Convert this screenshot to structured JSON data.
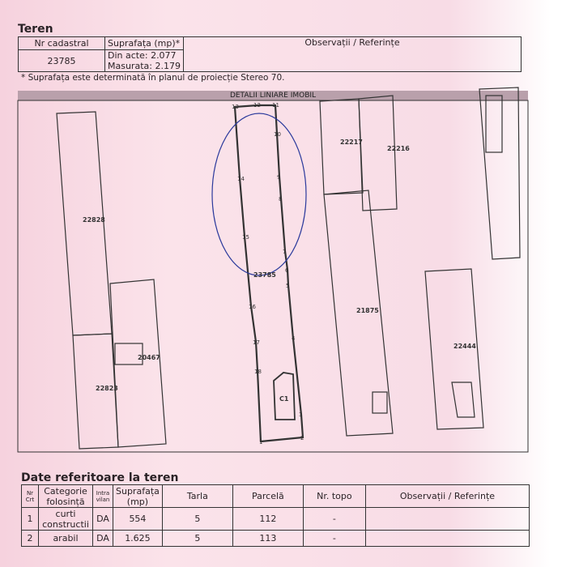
{
  "teren": {
    "title": "Teren",
    "headers": [
      "Nr cadastral",
      "Suprafața (mp)*",
      "Observații / Referințe"
    ],
    "nr_cadastral": "23785",
    "din_acte": "Din acte: 2.077",
    "masurata": "Masurata: 2.179",
    "note": "* Suprafața este determinată în planul de proiecție Stereo 70."
  },
  "plan": {
    "band_title": "DETALII LINIARE IMOBIL",
    "parcels": [
      "22828",
      "22823",
      "20467",
      "23785",
      "C1",
      "22217",
      "22216",
      "21875",
      "22444"
    ],
    "points": [
      "1",
      "2",
      "3",
      "4",
      "5",
      "6",
      "7",
      "8",
      "9",
      "10",
      "11",
      "12",
      "13",
      "14",
      "15",
      "16",
      "17",
      "18"
    ],
    "ellipse_color": "#2b3a9c"
  },
  "date": {
    "title": "Date referitoare la teren",
    "headers": [
      "Nr Crt",
      "Categorie folosință",
      "Intra vilan",
      "Suprafața (mp)",
      "Tarla",
      "Parcelă",
      "Nr. topo",
      "Observații / Referințe"
    ],
    "rows": [
      [
        "1",
        "curti constructii",
        "DA",
        "554",
        "5",
        "112",
        "-",
        ""
      ],
      [
        "2",
        "arabil",
        "DA",
        "1.625",
        "5",
        "113",
        "-",
        ""
      ]
    ]
  }
}
